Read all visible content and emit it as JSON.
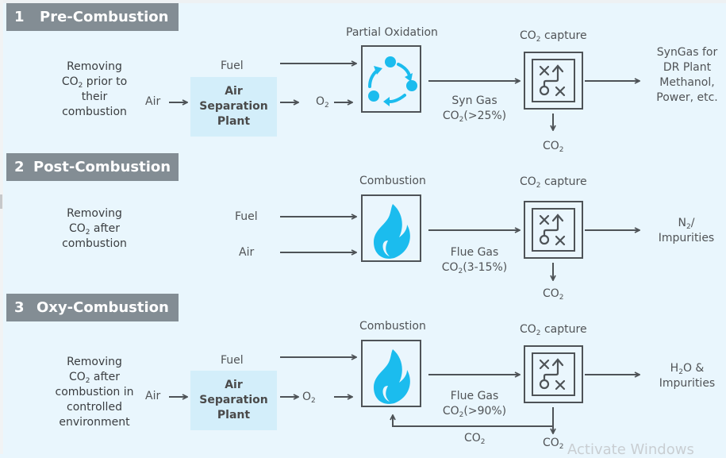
{
  "colors": {
    "background": "#e9f6fd",
    "header_bg": "#838d94",
    "asp_bg": "#d3eefa",
    "icon_blue": "#1bbcee",
    "line": "#4e5357"
  },
  "sections": [
    {
      "number": "1",
      "title": "Pre-Combustion",
      "description": [
        "Removing",
        "CO",
        "2",
        " prior to",
        "their",
        "combustion"
      ],
      "air_label": "Air",
      "asp": [
        "Air",
        "Separation",
        "Plant"
      ],
      "fuel_label": "Fuel",
      "o2": {
        "main": "O",
        "sub": "2"
      },
      "process_label": "Partial Oxidation",
      "process_icon": "cycle-icon",
      "gas_label": "Syn Gas",
      "gas_co2": {
        "main": "CO",
        "sub": "2",
        "value": "(>25%)"
      },
      "capture_label": {
        "main": "CO",
        "sub": "2",
        "rest": " capture"
      },
      "capture_icon": "strategy-icon",
      "co2_out": {
        "main": "CO",
        "sub": "2"
      },
      "output": [
        "SynGas for",
        "DR Plant",
        "Methanol,",
        "Power, etc."
      ]
    },
    {
      "number": "2",
      "title": "Post-Combustion",
      "description": [
        "Removing",
        "CO",
        "2",
        " after",
        "combustion"
      ],
      "fuel_label": "Fuel",
      "air_label": "Air",
      "process_label": "Combustion",
      "process_icon": "flame-icon",
      "gas_label": "Flue Gas",
      "gas_co2": {
        "main": "CO",
        "sub": "2",
        "value": "(3-15%)"
      },
      "capture_label": {
        "main": "CO",
        "sub": "2",
        "rest": " capture"
      },
      "capture_icon": "strategy-icon",
      "co2_out": {
        "main": "CO",
        "sub": "2"
      },
      "output": {
        "n": "N",
        "sub": "2",
        "slash": "/",
        "line2": "Impurities"
      }
    },
    {
      "number": "3",
      "title": "Oxy-Combustion",
      "description": [
        "Removing",
        "CO",
        "2",
        " after",
        "combustion in",
        "controlled",
        "environment"
      ],
      "air_label": "Air",
      "asp": [
        "Air",
        "Separation",
        "Plant"
      ],
      "fuel_label": "Fuel",
      "o2": {
        "main": "O",
        "sub": "2"
      },
      "process_label": "Combustion",
      "process_icon": "flame-icon",
      "gas_label": "Flue Gas",
      "gas_co2": {
        "main": "CO",
        "sub": "2",
        "value": "(>90%)"
      },
      "capture_label": {
        "main": "CO",
        "sub": "2",
        "rest": " capture"
      },
      "capture_icon": "strategy-icon",
      "recycle_co2": {
        "main": "CO",
        "sub": "2"
      },
      "co2_out": {
        "main": "CO",
        "sub": "2"
      },
      "output": {
        "h": "H",
        "sub": "2",
        "rest": "O &",
        "line2": "Impurities"
      }
    }
  ],
  "watermark": "Activate Windows"
}
